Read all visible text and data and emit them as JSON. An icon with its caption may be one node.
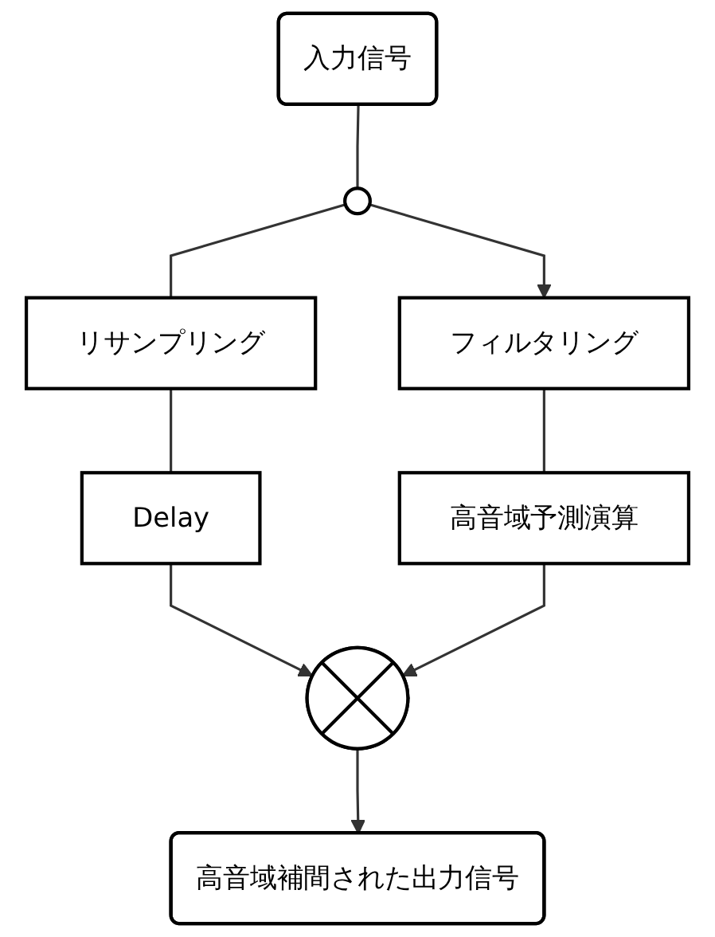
{
  "diagram": {
    "nodes": [
      {
        "text": [
          "入力信号"
        ]
      },
      {
        "text": [],
        "shape": "circle"
      },
      {
        "text": [
          "リサンプリング"
        ]
      },
      {
        "text": [
          "フィルタリング"
        ]
      },
      {
        "text": [
          "Delay"
        ]
      },
      {
        "text": [
          "高音域予測演算"
        ]
      },
      {
        "text": [],
        "shape": "circle"
      },
      {
        "text": [
          "高音域補間された出力信号"
        ]
      }
    ],
    "edges": [
      {
        "from": 0,
        "to": 1,
        "arrow": "none"
      },
      {
        "from": 1,
        "to": 2,
        "arrow": "none"
      },
      {
        "from": 1,
        "to": 3,
        "arrow": "to"
      },
      {
        "from": 2,
        "to": 4,
        "arrow": "none"
      },
      {
        "from": 4,
        "to": 6,
        "arrow": "to"
      },
      {
        "from": 3,
        "to": 5,
        "arrow": "none"
      },
      {
        "from": 5,
        "to": 6,
        "arrow": "to"
      },
      {
        "from": 6,
        "to": 7,
        "arrow": "to"
      }
    ]
  }
}
